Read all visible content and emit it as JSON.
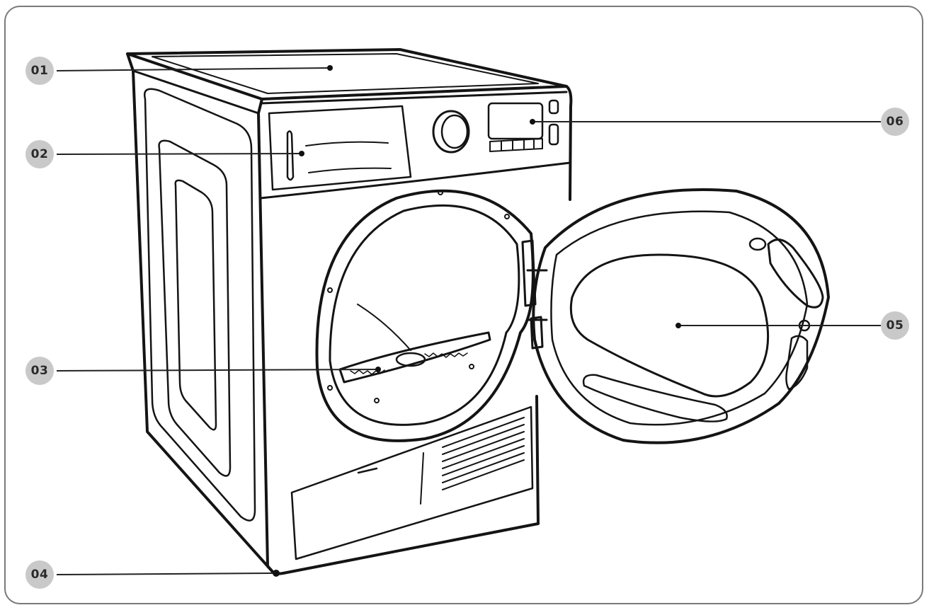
{
  "colors": {
    "badge_fill": "#c9c9c9",
    "frame_border": "#7a7a7a",
    "ink": "#141414",
    "background": "#ffffff"
  },
  "callouts": [
    {
      "id": "01",
      "label": "01",
      "part": "top-cover"
    },
    {
      "id": "02",
      "label": "02",
      "part": "water-container"
    },
    {
      "id": "03",
      "label": "03",
      "part": "lint-filter"
    },
    {
      "id": "04",
      "label": "04",
      "part": "adjustable-feet"
    },
    {
      "id": "05",
      "label": "05",
      "part": "door"
    },
    {
      "id": "06",
      "label": "06",
      "part": "control-panel"
    }
  ]
}
